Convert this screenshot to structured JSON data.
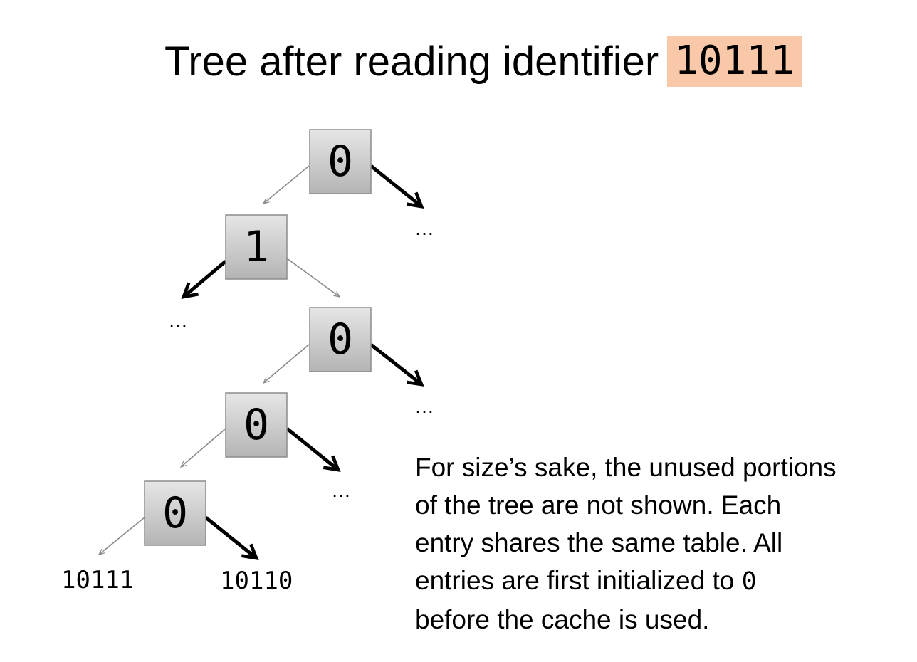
{
  "title": {
    "text": "Tree after reading identifier",
    "identifier": "10111",
    "highlight_color": "#f8c8a8"
  },
  "tree": {
    "nodes": [
      {
        "id": "n1",
        "value": "0"
      },
      {
        "id": "n2",
        "value": "1"
      },
      {
        "id": "n3",
        "value": "0"
      },
      {
        "id": "n4",
        "value": "0"
      },
      {
        "id": "n5",
        "value": "0"
      }
    ],
    "ellipsis": "…",
    "leaves": [
      "10111",
      "10110"
    ]
  },
  "note": {
    "lines": [
      "For size’s sake, the unused portions",
      "of the tree are not shown. Each",
      "entry shares the same table. All",
      "entries are first initialized to "
    ],
    "mono_value": "0",
    "last_line": "before the cache is used."
  }
}
